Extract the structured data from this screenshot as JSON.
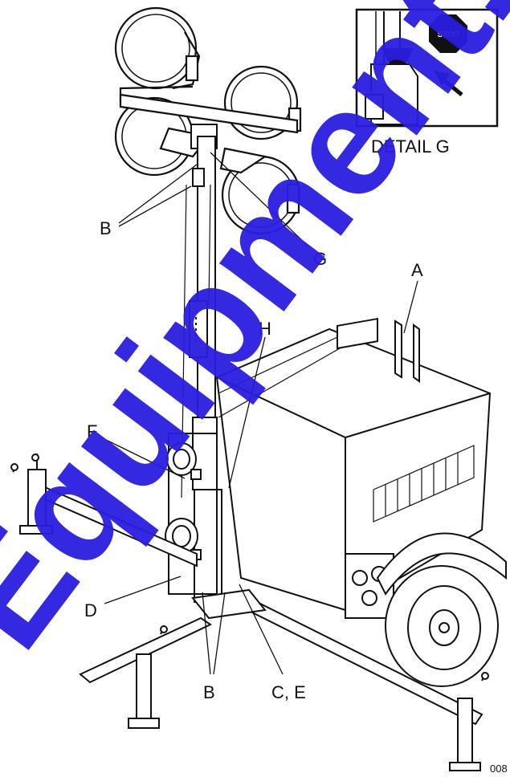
{
  "figure": {
    "callouts": {
      "A": "A",
      "B_top": "B",
      "G": "G",
      "H": "H",
      "F": "F",
      "D": "D",
      "B_bottom": "B",
      "CE": "C, E"
    },
    "detail": {
      "title": "DETAIL G",
      "sign_text": "STOP"
    },
    "figure_id": "008"
  },
  "watermark": {
    "text": "Equipment.c",
    "color": "#2a1de0"
  }
}
